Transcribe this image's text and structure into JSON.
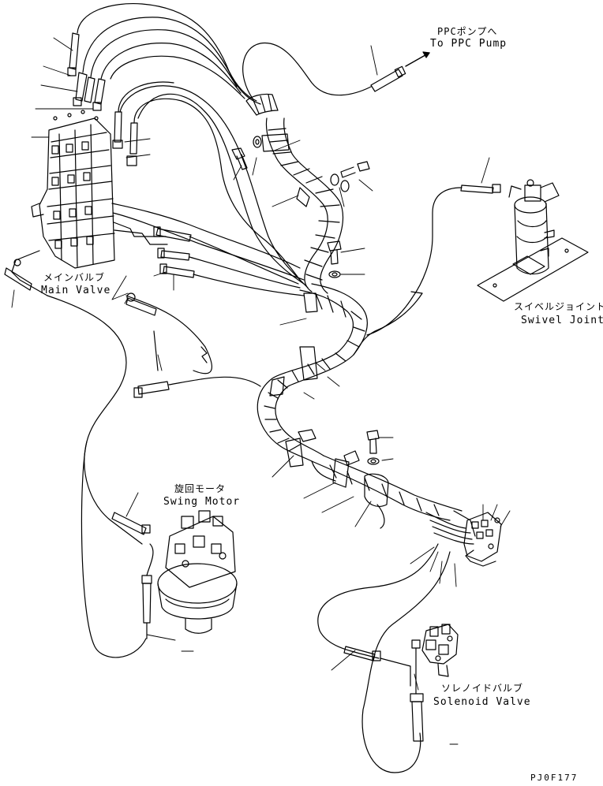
{
  "labels": {
    "ppc_pump_jp": "PPCポンプへ",
    "ppc_pump_en": "To PPC Pump",
    "main_valve_jp": "メインバルブ",
    "main_valve_en": "Main Valve",
    "swivel_joint_jp": "スイベルジョイント",
    "swivel_joint_en": "Swivel Joint",
    "swing_motor_jp": "旋回モータ",
    "swing_motor_en": "Swing Motor",
    "solenoid_valve_jp": "ソレノイドバルブ",
    "solenoid_valve_en": "Solenoid Valve"
  },
  "drawing_code": "PJ0F177"
}
